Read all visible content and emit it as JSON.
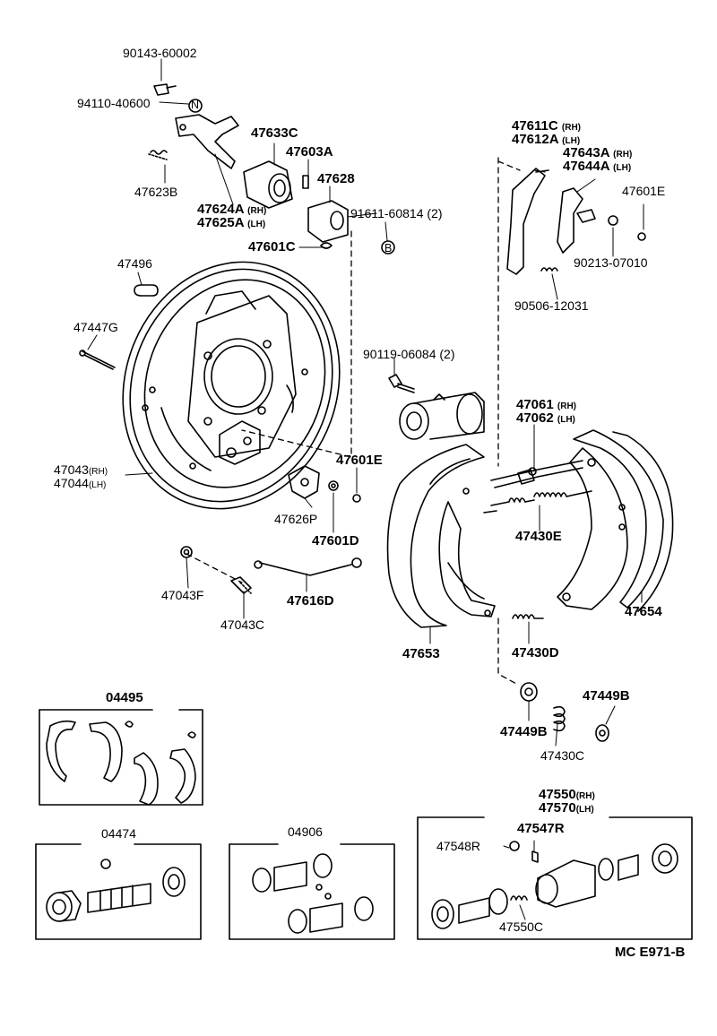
{
  "labels": {
    "p90143": "90143-60002",
    "p94110": "94110-40600",
    "pN": "N",
    "p47633C": "47633C",
    "p47603A": "47603A",
    "p47628": "47628",
    "p91611": "91611-60814 (2)",
    "pB": "B",
    "p47623B": "47623B",
    "p47624A": "47624A",
    "p47624A_sfx": "(RH)",
    "p47625A": "47625A",
    "p47625A_sfx": "(LH)",
    "p47601C": "47601C",
    "p47496": "47496",
    "p47447G": "47447G",
    "p47611C": "47611C",
    "p47611C_sfx": "(RH)",
    "p47612A": "47612A",
    "p47612A_sfx": "(LH)",
    "p47643A": "47643A",
    "p47643A_sfx": "(RH)",
    "p47644A": "47644A",
    "p47644A_sfx": "(LH)",
    "p47601E_top": "47601E",
    "p90213": "90213-07010",
    "p90506": "90506-12031",
    "p90119": "90119-06084 (2)",
    "p47061": "47061",
    "p47061_sfx": "(RH)",
    "p47062": "47062",
    "p47062_sfx": "(LH)",
    "p47043": "47043",
    "p47043_sfx": "(RH)",
    "p47044": "47044",
    "p47044_sfx": "(LH)",
    "p47601E_mid": "47601E",
    "p47626P": "47626P",
    "p47601D": "47601D",
    "p47430E": "47430E",
    "p47043F": "47043F",
    "p47616D": "47616D",
    "p47043C": "47043C",
    "p47654": "47654",
    "p47653": "47653",
    "p47430D": "47430D",
    "p04495": "04495",
    "p47449B_r": "47449B",
    "p47449B_l": "47449B",
    "p47430C": "47430C",
    "p47550": "47550",
    "p47550_sfx": "(RH)",
    "p47570": "47570",
    "p47570_sfx": "(LH)",
    "p04474": "04474",
    "p04906": "04906",
    "p47547R": "47547R",
    "p47548R": "47548R",
    "p47550C": "47550C",
    "code": "MC  E971-B"
  }
}
